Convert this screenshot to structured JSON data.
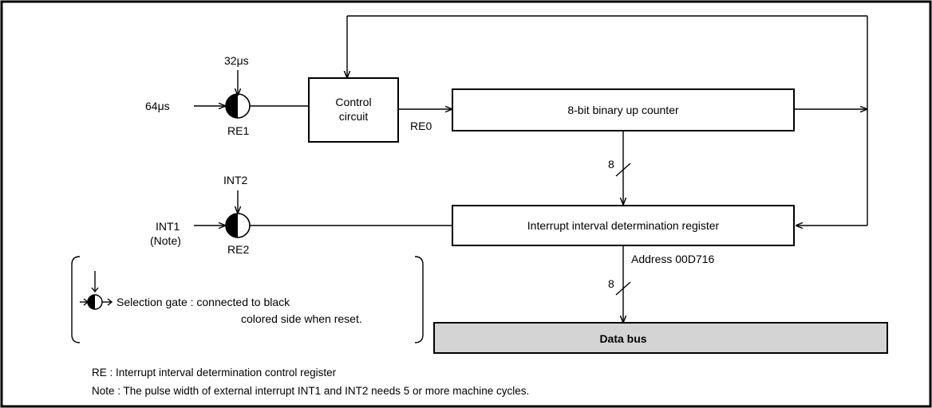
{
  "inputs": {
    "clock_32": "32μs",
    "clock_64": "64μs",
    "re1": "RE1",
    "int2": "INT2",
    "int1": "INT1",
    "int1_note": "(Note)",
    "re2": "RE2",
    "re0": "RE0"
  },
  "blocks": {
    "control_line1": "Control",
    "control_line2": "circuit",
    "counter": "8-bit binary up counter",
    "register": "Interrupt interval determination register",
    "data_bus": "Data bus"
  },
  "buses": {
    "width_upper": "8",
    "width_lower": "8",
    "address": "Address 00D716"
  },
  "legend": {
    "line1": "Selection gate : connected to black",
    "line2": "colored side when reset."
  },
  "notes": {
    "re": "RE : Interrupt interval determination control register",
    "note": "Note : The pulse width of external interrupt INT1 and INT2 needs 5 or more machine cycles."
  }
}
